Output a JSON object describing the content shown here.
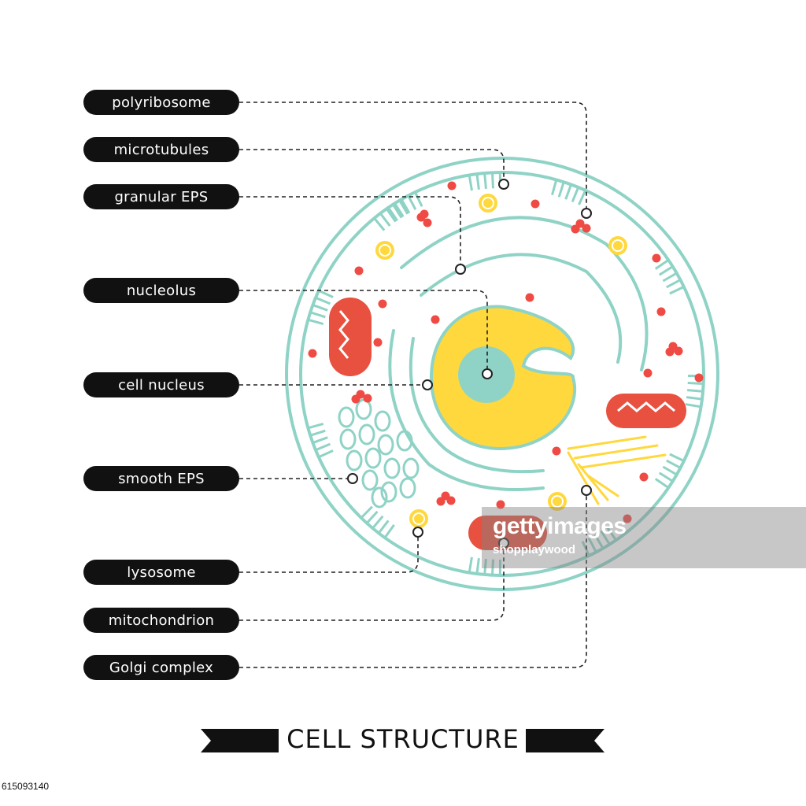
{
  "labels": [
    {
      "key": "polyribosome",
      "text": "polyribosome"
    },
    {
      "key": "microtubules",
      "text": "microtubules"
    },
    {
      "key": "granular-eps",
      "text": "granular EPS"
    },
    {
      "key": "nucleolus",
      "text": "nucleolus"
    },
    {
      "key": "cell-nucleus",
      "text": "cell nucleus"
    },
    {
      "key": "smooth-eps",
      "text": "smooth EPS"
    },
    {
      "key": "lysosome",
      "text": "lysosome"
    },
    {
      "key": "mitochondrion",
      "text": "mitochondrion"
    },
    {
      "key": "golgi-complex",
      "text": "Golgi complex"
    }
  ],
  "title": "CELL STRUCTURE",
  "stock_id": "615093140",
  "watermark": {
    "logo": "gettyimages",
    "credit": "shopplaywood"
  },
  "colors": {
    "membrane": "#8fd3c6",
    "nucleus": "#ffd83d",
    "nucleolus": "#8fd3c6",
    "mitochondrion": "#e8503f",
    "ribosome": "#ef4a43",
    "lysosome": "#ffd83d",
    "label_bg": "#111111",
    "leader": "#222222"
  }
}
